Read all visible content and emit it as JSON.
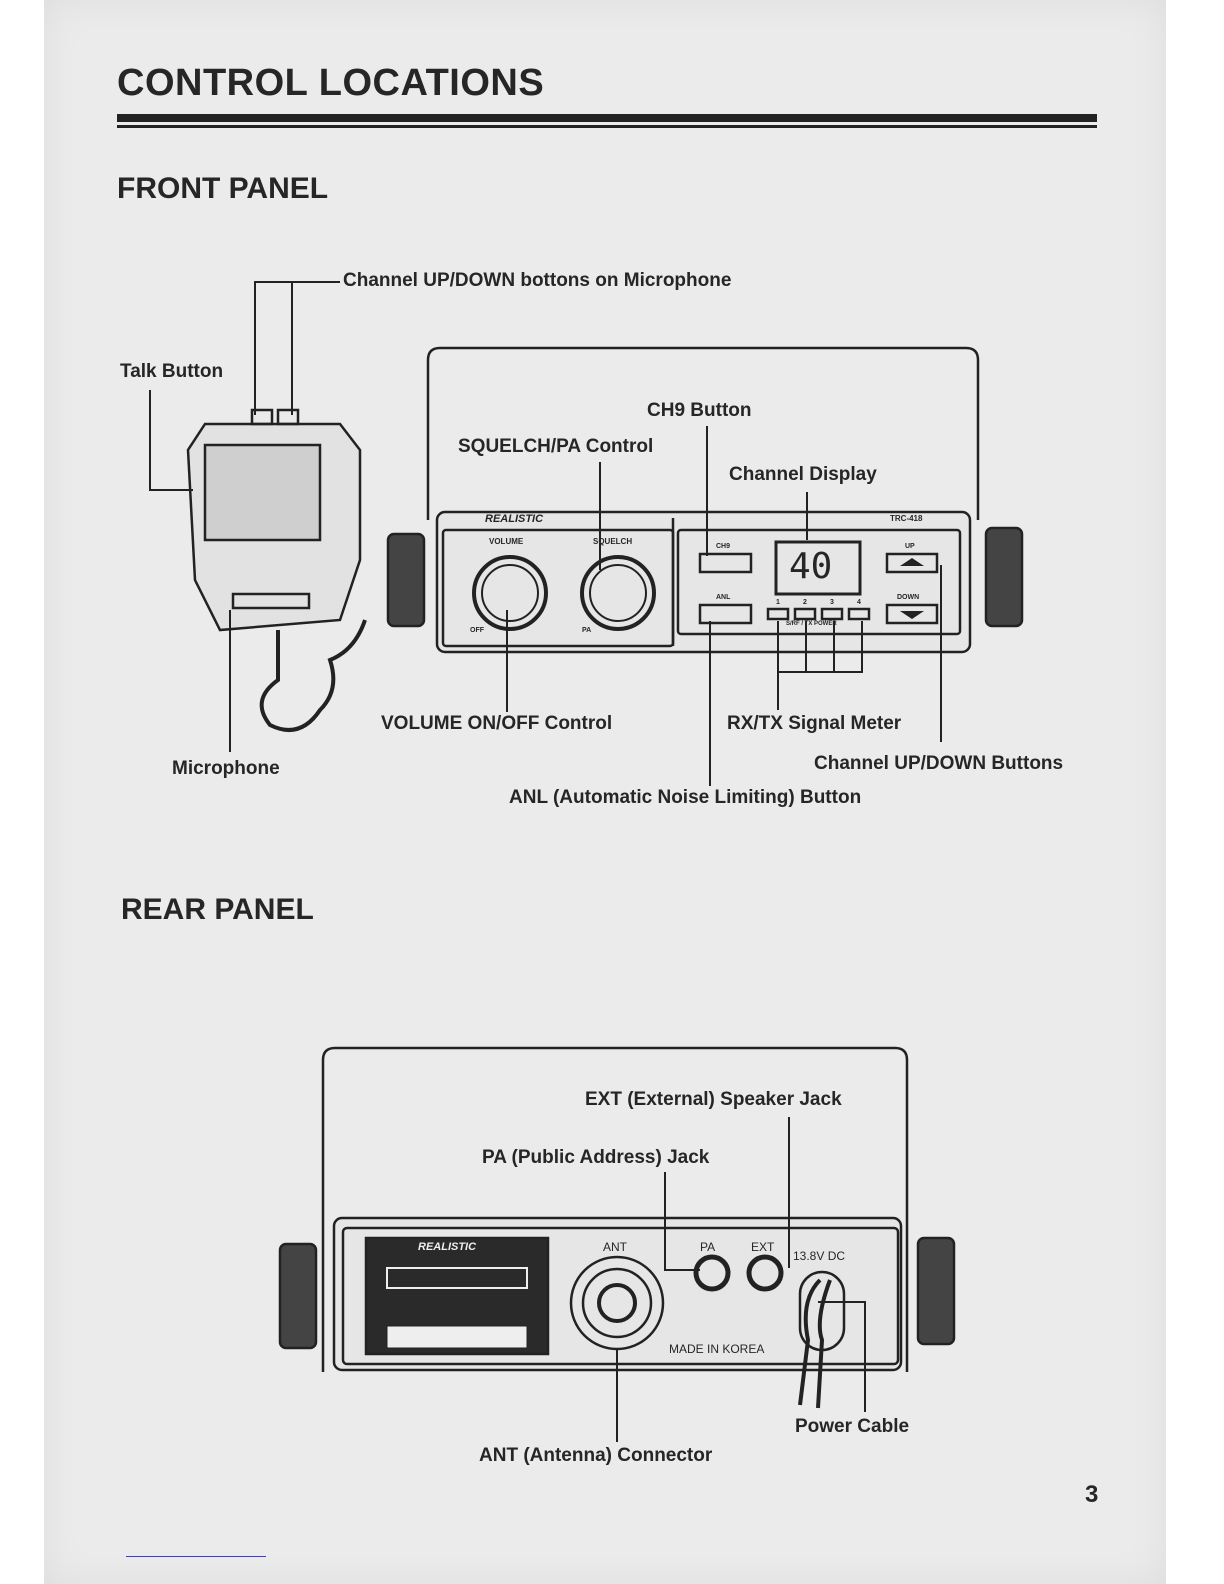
{
  "page": {
    "title": "CONTROL LOCATIONS",
    "page_number": "3"
  },
  "front_panel": {
    "heading": "FRONT PANEL",
    "callouts": {
      "channel_updown_mic": "Channel UP/DOWN bottons on Microphone",
      "talk_button": "Talk Button",
      "ch9_button": "CH9 Button",
      "squelch_pa": "SQUELCH/PA Control",
      "channel_display": "Channel Display",
      "volume_onoff": "VOLUME ON/OFF Control",
      "rxtx_meter": "RX/TX Signal Meter",
      "microphone": "Microphone",
      "channel_updown_buttons": "Channel UP/DOWN Buttons",
      "anl": "ANL (Automatic Noise Limiting) Button"
    },
    "device_labels": {
      "brand": "REALISTIC",
      "model": "TRC-418",
      "volume": "VOLUME",
      "squelch": "SQUELCH",
      "off": "OFF",
      "pa": "PA",
      "ch9": "CH9",
      "anl": "ANL",
      "up": "UP",
      "down": "DOWN",
      "display": "40",
      "meter_numbers": [
        "1",
        "2",
        "3",
        "4"
      ],
      "meter_caption": "S/RF / TX POWER"
    }
  },
  "rear_panel": {
    "heading": "REAR PANEL",
    "callouts": {
      "ext_jack": "EXT (External) Speaker Jack",
      "pa_jack": "PA (Public Address) Jack",
      "power_cable": "Power Cable",
      "ant_connector": "ANT (Antenna) Connector"
    },
    "device_labels": {
      "brand": "REALISTIC",
      "ant": "ANT",
      "pa": "PA",
      "ext": "EXT",
      "power": "13.8V DC",
      "made_in": "MADE IN KOREA"
    }
  }
}
